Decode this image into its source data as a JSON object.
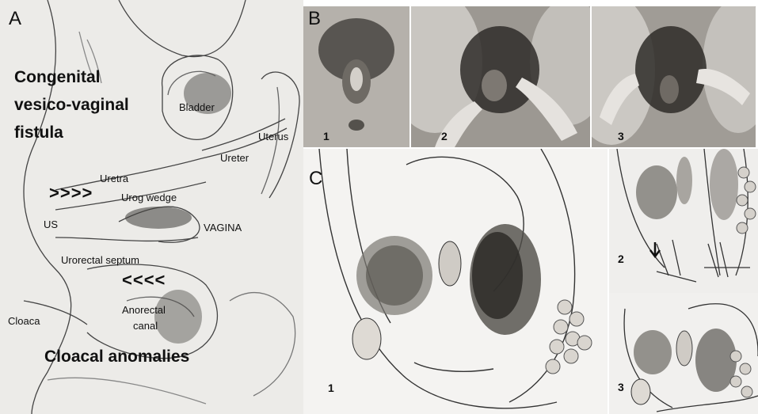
{
  "panel_a": {
    "letter": "A",
    "title_lines": [
      "Congenital",
      "vesico-vaginal",
      "fistula"
    ],
    "labels": {
      "bladder": "Bladder",
      "uterus": "Uterus",
      "ureter": "Ureter",
      "uretra": "Uretra",
      "urog_wedge": "Urog wedge",
      "us": "US",
      "vagina": "VAGINA",
      "urorectal_septum": "Urorectal septum",
      "cloaca": "Cloaca",
      "anorectal_line1": "Anorectal",
      "anorectal_line2": "canal"
    },
    "arrow_right": ">>>>",
    "arrow_left": "<<<<",
    "bottom_title": "Cloacal anomalies"
  },
  "panel_b": {
    "letter": "B",
    "photos": [
      "1",
      "2",
      "3"
    ]
  },
  "panel_c": {
    "letter": "C",
    "numbers": [
      "1",
      "2",
      "3"
    ]
  }
}
